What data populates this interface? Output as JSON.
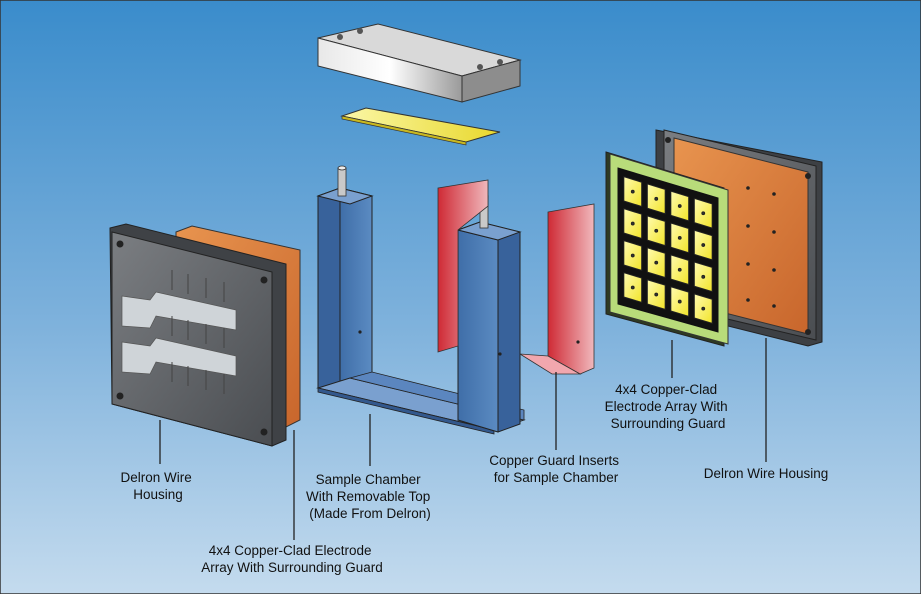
{
  "labels": {
    "delron_left": [
      "Delron Wire",
      "Housing"
    ],
    "electrode_left": [
      "4x4 Copper-Clad Electrode",
      "Array With Surrounding Guard"
    ],
    "sample_chamber": [
      "Sample Chamber",
      "With Removable Top",
      "(Made From Delron)"
    ],
    "copper_guard": [
      "Copper Guard Inserts",
      "for Sample Chamber"
    ],
    "electrode_right": [
      "4x4 Copper-Clad",
      "Electrode Array With",
      "Surrounding Guard"
    ],
    "delron_right": [
      "Delron Wire Housing"
    ]
  },
  "colors": {
    "background_top": "#3f8fc9",
    "background_bottom": "#bcd6ea",
    "delron": "#6b6e72",
    "chamber": "#4a76ad",
    "copper": "#d9783a",
    "copper_guard": "#d8343e",
    "electrode_pad": "#f6ee3a",
    "guard_green": "#a8d26a"
  }
}
